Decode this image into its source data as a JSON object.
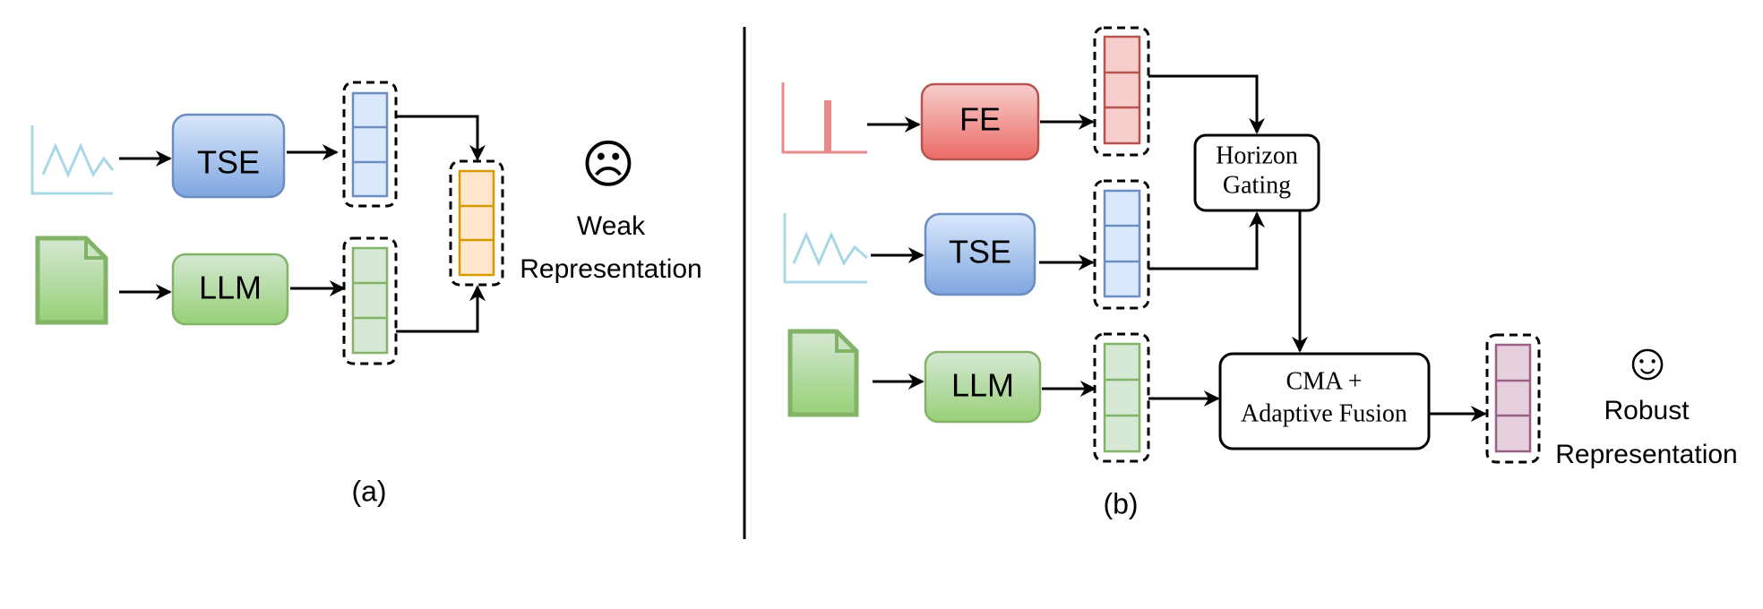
{
  "panel_a": {
    "tse_label": "TSE",
    "llm_label": "LLM",
    "emoji": "☹",
    "outcome_line1": "Weak",
    "outcome_line2": "Representation",
    "caption": "(a)"
  },
  "panel_b": {
    "fe_label": "FE",
    "tse_label": "TSE",
    "llm_label": "LLM",
    "gating_line1": "Horizon",
    "gating_line2": "Gating",
    "fusion_line1": "CMA +",
    "fusion_line2": "Adaptive Fusion",
    "emoji": "☺",
    "outcome_line1": "Robust",
    "outcome_line2": "Representation",
    "caption": "(b)"
  },
  "colors": {
    "tse_fill": "#dae8fc",
    "tse_stroke": "#6c8ebf",
    "llm_fill": "#d5e8d4",
    "llm_stroke": "#82b366",
    "fe_fill": "#f8cecc",
    "fe_stroke": "#b85450",
    "fused_fill": "#ffe6cc",
    "fused_stroke": "#d79b00",
    "robust_fill": "#e6d0de",
    "robust_stroke": "#996185",
    "series_line": "#a8d8e6",
    "spike": "#e88a8a"
  }
}
